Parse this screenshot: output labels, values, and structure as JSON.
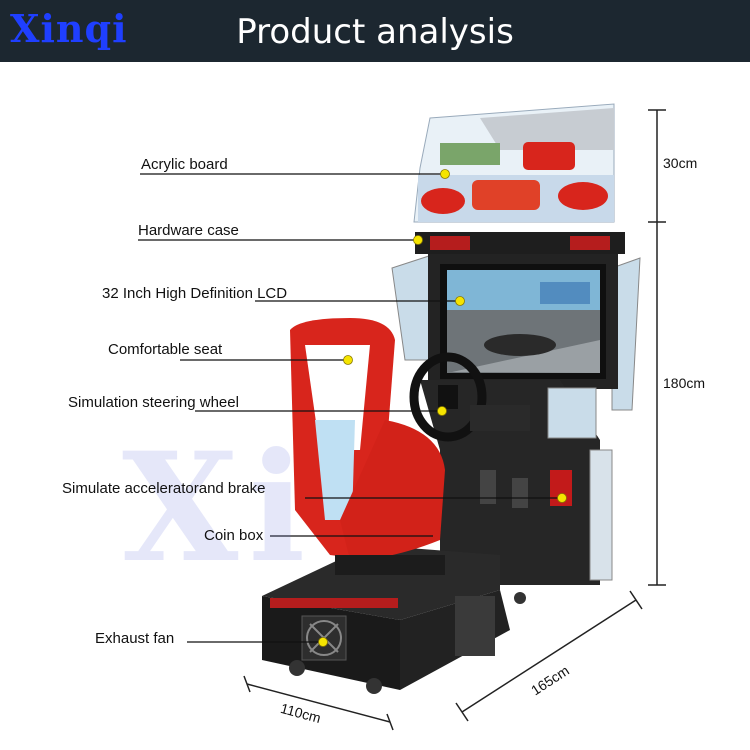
{
  "header": {
    "brand": "Xinqi",
    "title": "Product analysis"
  },
  "watermark": "Xi",
  "labels": {
    "acrylic_board": "Acrylic board",
    "hardware_case": "Hardware case",
    "lcd": "32 Inch High Definition LCD",
    "seat": "Comfortable seat",
    "steering": "Simulation steering wheel",
    "pedals": "Simulate acceleratorand brake",
    "coin_box": "Coin box",
    "exhaust_fan": "Exhaust fan"
  },
  "dimensions": {
    "top_height": "30cm",
    "main_height": "180cm",
    "depth": "165cm",
    "width": "110cm"
  },
  "colors": {
    "header_bg": "#1c2730",
    "brand": "#1f3fff",
    "cabinet": "#1a1a1a",
    "seat": "#d8251c",
    "marker": "#f5e400"
  }
}
